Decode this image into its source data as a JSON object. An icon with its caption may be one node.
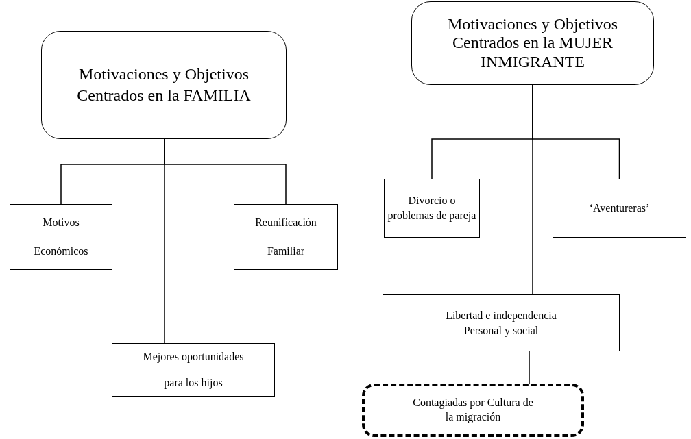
{
  "diagram": {
    "nodes": [
      {
        "text": [
          "Motivaciones y Objetivos Centrados en la FAMILIA"
        ]
      },
      {
        "text": [
          "Motivos Económicos"
        ]
      },
      {
        "text": [
          "Reunificación Familiar"
        ]
      },
      {
        "text": [
          "Mejores oportunidades para los hijos"
        ]
      },
      {
        "text": [
          "Motivaciones y Objetivos Centrados en la MUJER INMIGRANTE"
        ]
      },
      {
        "text": [
          "Divorcio o problemas de pareja"
        ]
      },
      {
        "text": [
          "‘Aventureras’"
        ]
      },
      {
        "text": [
          "Libertad e independencia Personal y social"
        ]
      },
      {
        "text": [
          "Contagiadas por Cultura de la migración"
        ]
      }
    ],
    "edges": [
      {
        "from": 0,
        "to": 1,
        "arrow": "none"
      },
      {
        "from": 0,
        "to": 2,
        "arrow": "none"
      },
      {
        "from": 0,
        "to": 3,
        "arrow": "none"
      },
      {
        "from": 4,
        "to": 5,
        "arrow": "none"
      },
      {
        "from": 4,
        "to": 6,
        "arrow": "none"
      },
      {
        "from": 4,
        "to": 7,
        "arrow": "none"
      },
      {
        "from": 7,
        "to": 8,
        "arrow": "none"
      }
    ]
  }
}
